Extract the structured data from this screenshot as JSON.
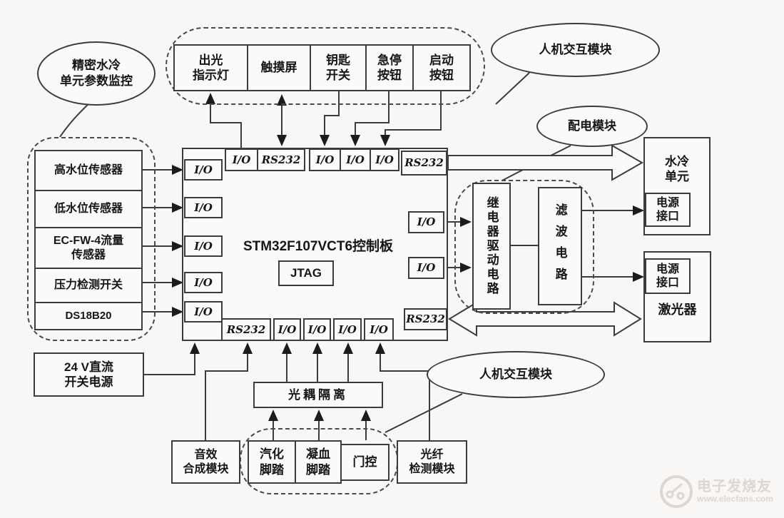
{
  "diagram": {
    "callout_monitor": "精密水冷\n单元参数监控",
    "callout_hmi_top": "人机交互模块",
    "callout_power_dist": "配电模块",
    "callout_hmi_bottom": "人机交互模块",
    "buttons": [
      "出光\n指示灯",
      "触摸屏",
      "钥匙\n开关",
      "急停\n按钮",
      "启动\n按钮"
    ],
    "sensors": [
      "高水位传感器",
      "低水位传感器",
      "EC-FW-4流量\n传感器",
      "压力检测开关",
      "DS18B20"
    ],
    "controller_title": "STM32F107VCT6控制板",
    "jtag": "JTAG",
    "port_io": "I/O",
    "port_rs232": "RS232",
    "power24": "24 V直流\n开关电源",
    "relay_driver": "继电器驱动电路",
    "filter_circuit": "滤波电路",
    "water_unit": "水冷\n单元",
    "power_interface": "电源\n接口",
    "laser": "激光器",
    "opto_isolation": "光耦隔离",
    "pedals": [
      "汽化\n脚踏",
      "凝血\n脚踏",
      "门控"
    ],
    "audio_module": "音效\n合成模块",
    "fiber_module": "光纤\n检测模块"
  },
  "watermark": {
    "brand": "电子发烧友",
    "url": "www.elecfans.com"
  }
}
